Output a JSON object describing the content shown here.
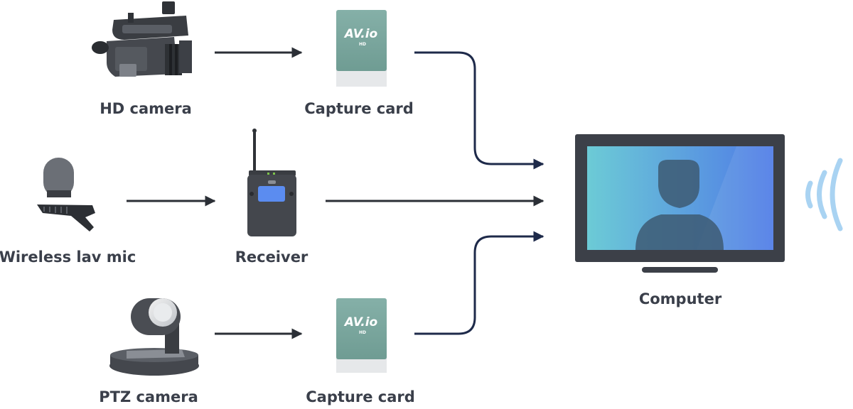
{
  "nodes": {
    "hd_camera": {
      "label": "HD camera",
      "icon": "video-camera-icon"
    },
    "capture_card_top": {
      "label": "Capture card",
      "icon": "capture-card-icon",
      "brand": "AV.io",
      "brand_sub": "HD"
    },
    "wireless_lav_mic": {
      "label": "Wireless lav mic",
      "icon": "lavalier-microphone-icon"
    },
    "receiver": {
      "label": "Receiver",
      "icon": "wireless-receiver-icon"
    },
    "ptz_camera": {
      "label": "PTZ camera",
      "icon": "ptz-camera-icon"
    },
    "capture_card_bottom": {
      "label": "Capture card",
      "icon": "capture-card-icon",
      "brand": "AV.io",
      "brand_sub": "HD"
    },
    "computer": {
      "label": "Computer",
      "icon": "computer-monitor-icon"
    }
  },
  "edges": [
    {
      "from": "hd_camera",
      "to": "capture_card_top"
    },
    {
      "from": "capture_card_top",
      "to": "computer"
    },
    {
      "from": "wireless_lav_mic",
      "to": "receiver"
    },
    {
      "from": "receiver",
      "to": "computer"
    },
    {
      "from": "ptz_camera",
      "to": "capture_card_bottom"
    },
    {
      "from": "capture_card_bottom",
      "to": "computer"
    }
  ],
  "colors": {
    "arrow_dark": "#2b2f36",
    "arrow_navy": "#1e2a4a",
    "label_text": "#3a3f4a",
    "card_body": "#78a59c",
    "screen_start": "#6ccbd6",
    "screen_end": "#4f7be6",
    "signal_waves": "#a9d3f2"
  }
}
